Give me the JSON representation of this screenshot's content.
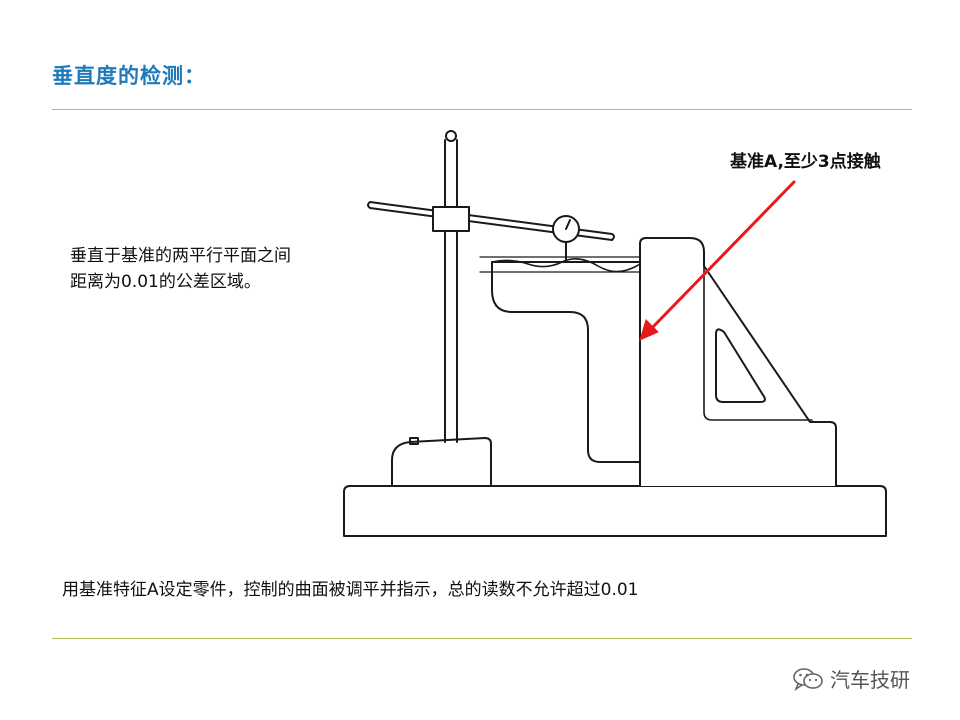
{
  "slide": {
    "title": "垂直度的检测：",
    "description_lines": [
      "垂直于基准的两平行平面之间",
      "距离为0.01的公差区域。"
    ],
    "callout": "基准A,至少3点接触",
    "caption": "用基准特征A设定零件，控制的曲面被调平并指示，总的读数不允许超过0.01"
  },
  "watermark": {
    "label": "汽车技研",
    "icon": "wechat-icon"
  },
  "colors": {
    "title": "#1f7ab8",
    "rule": "#a9c25a",
    "arrow": "#e8191b",
    "line": "#1a1a1a"
  }
}
